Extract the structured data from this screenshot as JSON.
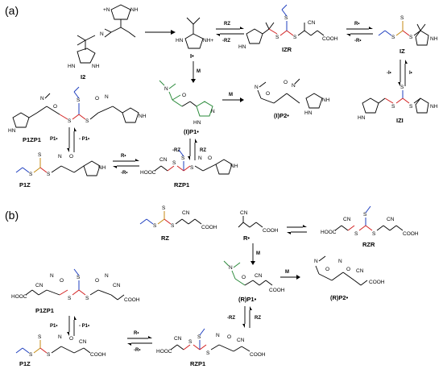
{
  "panels": {
    "a": "(a)",
    "b": "(b)"
  },
  "panel_a": {
    "species": {
      "I2": "I2",
      "I_rad": "I•",
      "IZR": "IZR",
      "IZ": "IZ",
      "IZI": "IZI",
      "IP1": "(I)P1•",
      "IP2": "(I)P2•",
      "P1ZP1": "P1ZP1",
      "P1Z": "P1Z",
      "RZP1": "RZP1"
    },
    "arrows": {
      "rz_fwd": "RZ",
      "rz_rev": "-RZ",
      "r_fwd": "R•",
      "r_rev": "-R•",
      "i_fwd": "I•",
      "i_rev": "-I•",
      "m1": "M",
      "m2": "M",
      "p1_fwd": "P1•",
      "p1_rev": "- P1•",
      "rz2_rev": "-RZ",
      "rz2_fwd": "RZ",
      "r2_fwd": "R•",
      "r2_rev": "-R•"
    }
  },
  "panel_b": {
    "species": {
      "RZ": "RZ",
      "R_rad": "R•",
      "RZR": "RZR",
      "RP1": "(R)P1•",
      "RP2": "(R)P2•",
      "P1ZP1": "P1ZP1",
      "P1Z": "P1Z",
      "RZP1": "RZP1"
    },
    "arrows": {
      "m1": "M",
      "m2": "M",
      "p1_fwd": "P1•",
      "p1_rev": "- P1•",
      "rz_rev": "-RZ",
      "rz_fwd": "RZ",
      "r_fwd": "R•",
      "r_rev": "-R•"
    }
  },
  "atoms": {
    "N": "N",
    "NH": "NH",
    "HN": "HN",
    "O": "O",
    "S": "S",
    "CN": "CN",
    "COOH": "COOH",
    "HOOC": "HOOC",
    "plus_N": "+N",
    "NH_plus": "NH+"
  }
}
